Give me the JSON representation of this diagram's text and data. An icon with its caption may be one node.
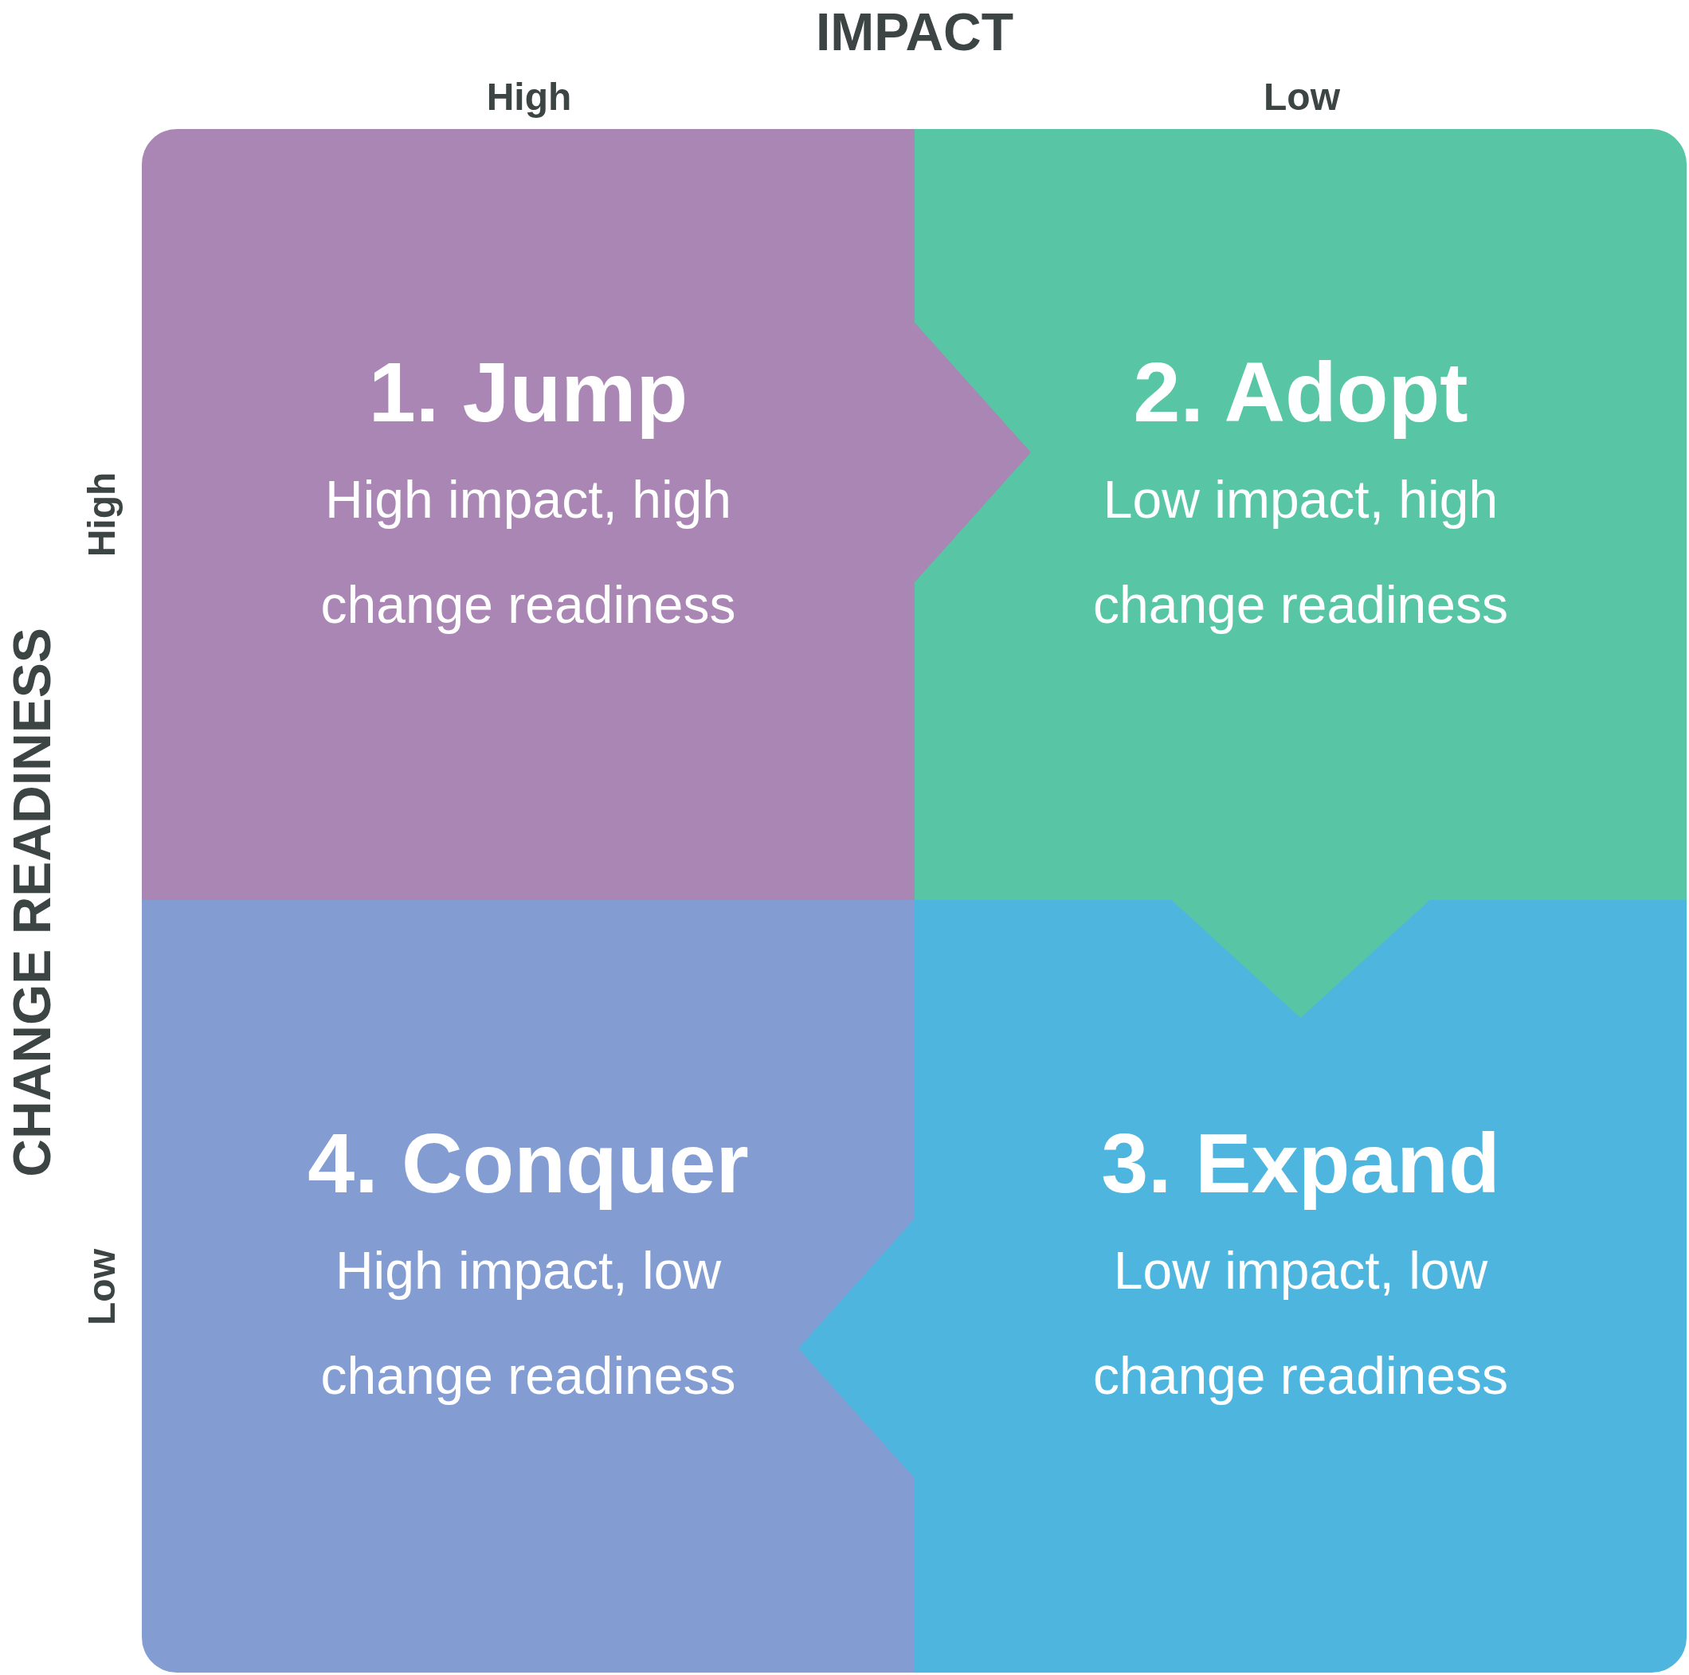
{
  "diagram": {
    "nodes": [
      {
        "text": [
          "1. Jump",
          "High impact, high change readiness"
        ]
      },
      {
        "text": [
          "2. Adopt",
          "Low impact, high change readiness"
        ]
      },
      {
        "text": [
          "4. Conquer",
          "High impact, low change readiness"
        ]
      },
      {
        "text": [
          "3. Expand",
          "Low impact, low change readiness"
        ]
      }
    ],
    "edges": [
      {
        "from": 0,
        "to": 1,
        "arrow": "to"
      },
      {
        "from": 1,
        "to": 3,
        "arrow": "to"
      },
      {
        "from": 3,
        "to": 2,
        "arrow": "to"
      }
    ],
    "labels": [
      "IMPACT",
      "High",
      "Low",
      "CHANGE READINESS",
      "High",
      "Low"
    ]
  }
}
